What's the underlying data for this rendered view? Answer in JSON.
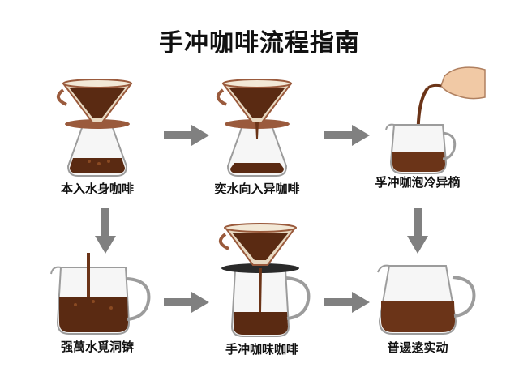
{
  "title": "手冲咖啡流程指南",
  "colors": {
    "arrow": "#808080",
    "copper": "#9a5a3c",
    "coffee": "#5a2a12",
    "glass": "#bcbcbc",
    "filter": "#e8d9c2"
  },
  "steps": [
    {
      "label": "本入水身咖啡",
      "icon": "dripper-on-server-icon"
    },
    {
      "label": "奕水向入异咖啡",
      "icon": "dripper-on-server-icon"
    },
    {
      "label": "孚冲咖泡冷异樀",
      "icon": "pouring-kettle-icon"
    },
    {
      "label": "强萬水覓洞锛",
      "icon": "coffee-pour-jug-icon"
    },
    {
      "label": "手冲咖味咖啡",
      "icon": "dripper-dripping-icon"
    },
    {
      "label": "普逷逺实动",
      "icon": "coffee-server-icon"
    }
  ]
}
